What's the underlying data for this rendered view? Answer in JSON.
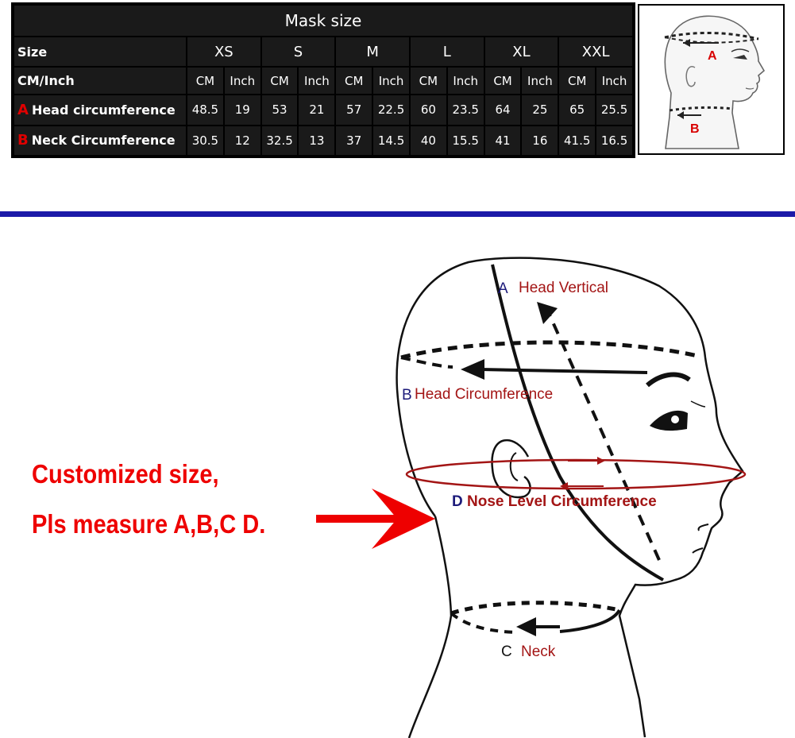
{
  "table": {
    "title": "Mask size",
    "size_label": "Size",
    "unit_label": "CM/Inch",
    "sizes": [
      "XS",
      "S",
      "M",
      "L",
      "XL",
      "XXL"
    ],
    "units": [
      "CM",
      "Inch",
      "CM",
      "Inch",
      "CM",
      "Inch",
      "CM",
      "Inch",
      "CM",
      "Inch",
      "CM",
      "Inch"
    ],
    "rows": [
      {
        "letter": "A",
        "label": "Head circumference",
        "values": [
          "48.5",
          "19",
          "53",
          "21",
          "57",
          "22.5",
          "60",
          "23.5",
          "64",
          "25",
          "65",
          "25.5"
        ]
      },
      {
        "letter": "B",
        "label": "Neck Circumference",
        "values": [
          "30.5",
          "12",
          "32.5",
          "13",
          "37",
          "14.5",
          "40",
          "15.5",
          "41",
          "16",
          "41.5",
          "16.5"
        ]
      }
    ]
  },
  "thumbnail": {
    "label_a": "A",
    "label_b": "B"
  },
  "diagram": {
    "label_a_letter": "A",
    "label_a_text": "Head Vertical",
    "label_b_letter": "B",
    "label_b_text": "Head Circumference",
    "label_c_letter": "C",
    "label_c_text": "Neck",
    "label_d_letter": "D",
    "label_d_text": "Nose Level Circumference"
  },
  "note": {
    "line1": "Customized size,",
    "line2": "Pls  measure A,B,C D."
  },
  "colors": {
    "header_bg": "#1a1a1a",
    "accent_red": "#ee0000",
    "label_red": "#a31515",
    "letter_blue": "#1c1a7a",
    "divider_blue": "#1c1aa8"
  }
}
